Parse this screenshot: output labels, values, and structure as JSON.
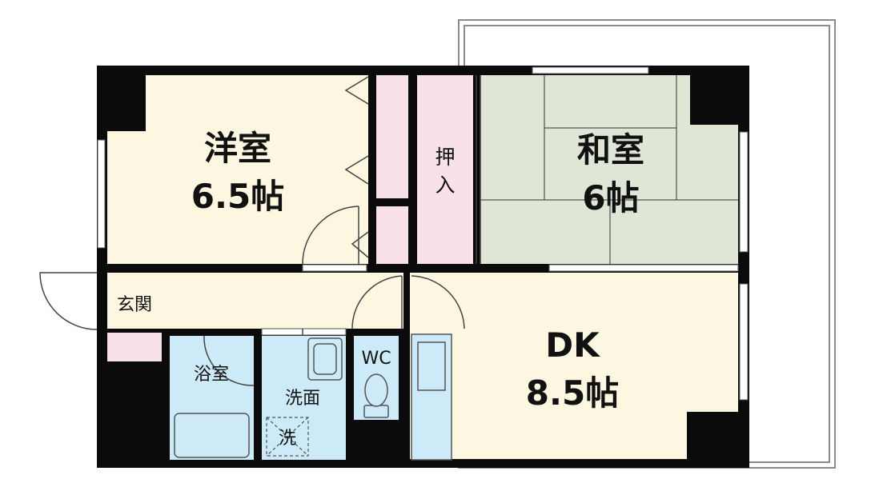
{
  "rooms": {
    "western": {
      "name": "洋室",
      "size": "6.5帖"
    },
    "japanese": {
      "name": "和室",
      "size": "6帖"
    },
    "dk": {
      "name": "DK",
      "size": "8.5帖"
    },
    "closet": {
      "label_1": "押",
      "label_2": "入"
    },
    "entrance": {
      "name": "玄関"
    },
    "bathroom": {
      "name": "浴室"
    },
    "washroom": {
      "name": "洗面"
    },
    "washer": {
      "name": "洗"
    },
    "toilet": {
      "name": "WC"
    }
  },
  "colors": {
    "wall": "#0b0b0b",
    "western_floor": "#fdf6e1",
    "japanese_floor": "#dfe6d6",
    "closet_floor": "#f9e1ea",
    "wet_area_floor": "#cdeaf8",
    "dk_floor": "#fdf6e1"
  }
}
